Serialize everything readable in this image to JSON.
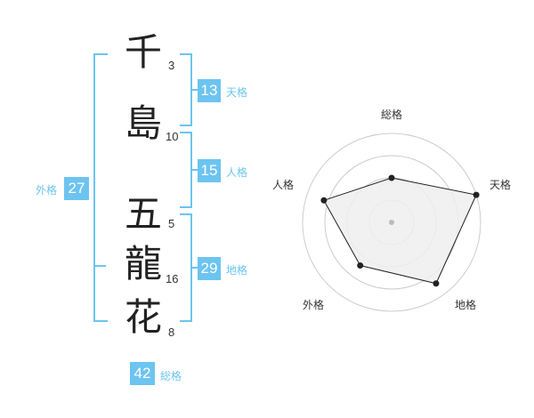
{
  "name": {
    "characters": [
      {
        "char": "千",
        "strokes": "3"
      },
      {
        "char": "島",
        "strokes": "10"
      },
      {
        "char": "五",
        "strokes": "5"
      },
      {
        "char": "龍",
        "strokes": "16"
      },
      {
        "char": "花",
        "strokes": "8"
      }
    ]
  },
  "fortunes": {
    "tenkaku": {
      "value": "13",
      "label": "天格"
    },
    "jinkaku": {
      "value": "15",
      "label": "人格"
    },
    "chikaku": {
      "value": "29",
      "label": "地格"
    },
    "gaikaku": {
      "value": "27",
      "label": "外格"
    },
    "soukaku": {
      "value": "42",
      "label": "総格"
    }
  },
  "radar": {
    "labels": {
      "top": "総格",
      "right": "天格",
      "bottom_right": "地格",
      "bottom_left": "外格",
      "left": "人格"
    },
    "values": {
      "top": 0.5,
      "right": 1.0,
      "bottom_right": 0.85,
      "bottom_left": 0.6,
      "left": 0.8
    },
    "levels": 4,
    "colors": {
      "fill": "#eeeeee",
      "stroke": "#222222",
      "grid": "#cccccc",
      "accent": "#6cc4f0"
    }
  }
}
